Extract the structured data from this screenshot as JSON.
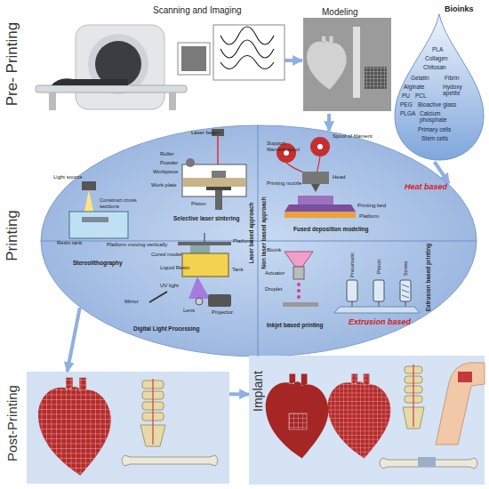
{
  "diagram": {
    "nodes": [
      {
        "text": [
          "Scanning and Imaging"
        ]
      },
      {
        "text": [
          "Modeling"
        ]
      },
      {
        "text": [
          "Bioinks",
          "PLA",
          "Collagen",
          "Chitosan",
          "Gelatin",
          "Fibrin",
          "Alginate",
          "Hydoxy apetite",
          "PU",
          "PCL",
          "PEG",
          "Bioactive glass",
          "PLGA",
          "Calcium phosphate",
          "Primary cells",
          "Stem cells"
        ]
      },
      {
        "text": [
          "Printing"
        ]
      },
      {
        "text": [
          "Post-Printing"
        ]
      },
      {
        "text": [
          "Implant"
        ]
      }
    ],
    "edges": [
      {
        "from": 0,
        "to": 1,
        "arrow": "to"
      },
      {
        "from": 1,
        "to": 3,
        "arrow": "to"
      },
      {
        "from": 2,
        "to": 3,
        "arrow": "to"
      },
      {
        "from": 3,
        "to": 4,
        "arrow": "to"
      },
      {
        "from": 4,
        "to": 5,
        "arrow": "to"
      }
    ],
    "labels": [
      "Pre- Printing",
      "Laser based approach",
      "Non laser based approach",
      "Laser beam",
      "Roller",
      "Powder",
      "Workpiece",
      "Work plate",
      "Piston",
      "Selective laser sintering",
      "Light source",
      "Construct cross sections",
      "Resin tank",
      "Stereolithography",
      "Platform moving vertically",
      "Cured model",
      "Platform",
      "Liquid Resin",
      "Tank",
      "UV light",
      "Mirror",
      "Lens",
      "Projector",
      "Digital Light Processing",
      "Support filament spool",
      "Spool of filament",
      "Head",
      "Printing nozzle",
      "Printing bed",
      "Platform",
      "Fused deposition modeling",
      "Heat based",
      "Bioink",
      "Actuator",
      "Droplet",
      "Inkjet based printing",
      "Pneumatic",
      "Piston",
      "Screw",
      "Extrusion based printing",
      "Extrusion based"
    ]
  }
}
